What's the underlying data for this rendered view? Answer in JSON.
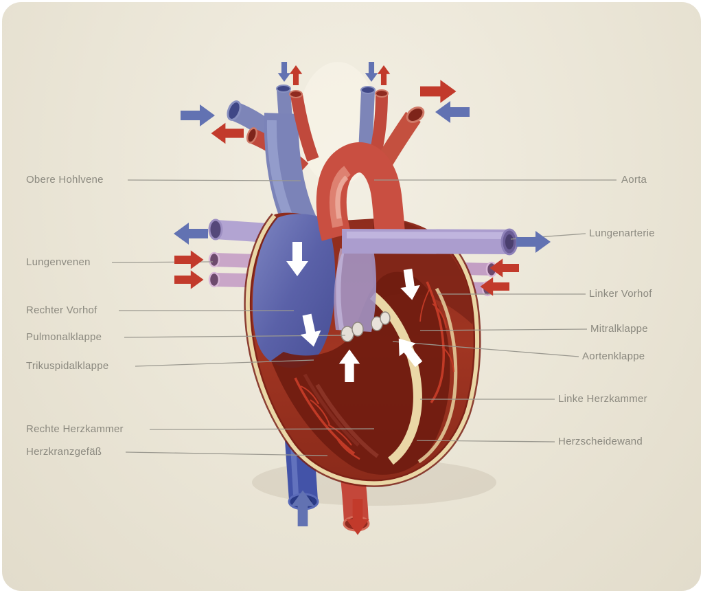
{
  "labels": {
    "left": [
      {
        "text": "Obere Hohlvene"
      },
      {
        "text": "Lungenvenen"
      },
      {
        "text": "Rechter Vorhof"
      },
      {
        "text": "Pulmonalklappe"
      },
      {
        "text": "Trikuspidalklappe"
      },
      {
        "text": "Rechte Herzkammer"
      },
      {
        "text": "Herzkranzgefäß"
      }
    ],
    "right": [
      {
        "text": "Aorta"
      },
      {
        "text": "Lungenarterie"
      },
      {
        "text": "Linker Vorhof"
      },
      {
        "text": "Mitralklappe"
      },
      {
        "text": "Aortenklappe"
      },
      {
        "text": "Linke Herzkammer"
      },
      {
        "text": "Herzscheidewand"
      }
    ]
  },
  "colors": {
    "background": "#e9e4d6",
    "label_text": "#8b897f",
    "leader_line": "#9b9990",
    "venous_blue": "#6272b2",
    "arterial_red": "#c23a2b",
    "pulmonary_purple": "#ab9dce",
    "heart_muscle_red": "#9c3322",
    "heart_border_cream": "#ead7a6",
    "flow_white": "#ffffff"
  }
}
